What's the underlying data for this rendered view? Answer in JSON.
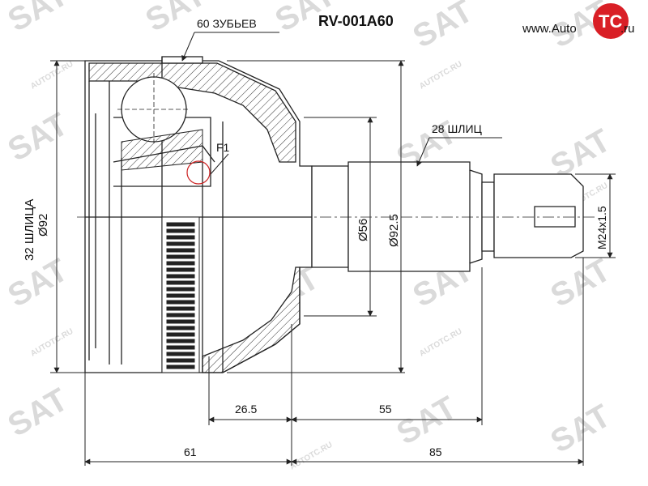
{
  "title": "RV-001A60",
  "watermark": {
    "site": "www.Auto",
    "logo": "TC",
    "suffix": ".ru",
    "tiles": "SAT",
    "url": "AUTOTC.RU"
  },
  "labels": {
    "teeth": "60 ЗУБЬЕВ",
    "splines_outer": "28 ШЛИЦ",
    "splines_inner": "32 ШЛИЦА",
    "d_outer": "Ø92",
    "d_56": "Ø56",
    "d_925": "Ø92.5",
    "thread": "M24x1.5",
    "f1": "F1",
    "dim_265": "26.5",
    "dim_55": "55",
    "dim_61": "61",
    "dim_85": "85"
  },
  "colors": {
    "line": "#222222",
    "red": "#cc2222",
    "logo": "#d91f26",
    "watermark": "#d6d6d6"
  }
}
